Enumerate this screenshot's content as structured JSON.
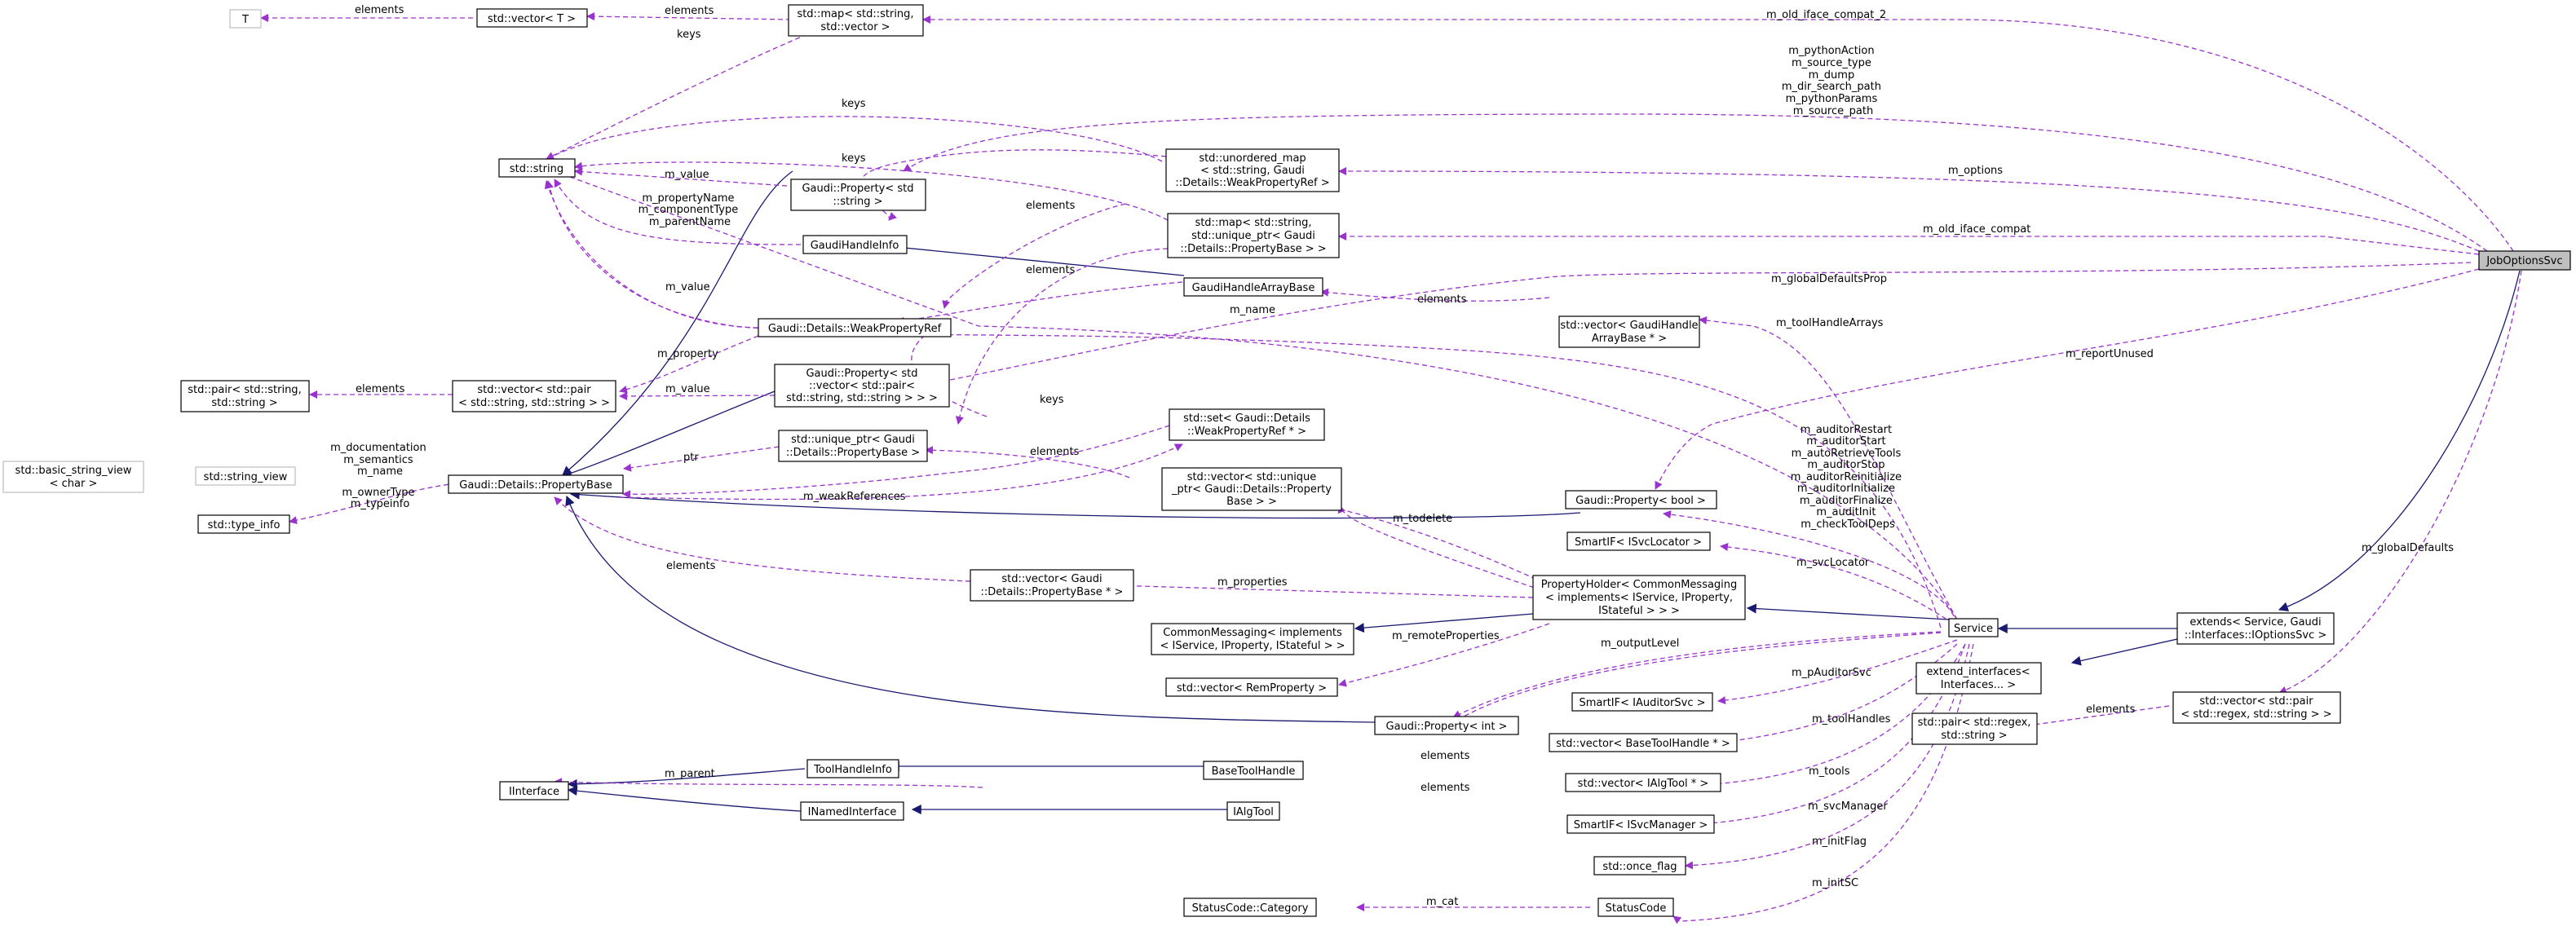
{
  "colors": {
    "inheritance": "#191970",
    "usage": "#9a32cd",
    "focus_fill": "#bfbfbf",
    "missing_border": "#bfbfbf"
  },
  "nodes": {
    "T": "T",
    "vecT": "std::vector< T >",
    "mapvec": [
      "std::map< std::string,",
      "std::vector >"
    ],
    "string": "std::string",
    "propString": [
      "Gaudi::Property< std",
      "::string >"
    ],
    "umap": [
      "std::unordered_map",
      "< std::string, Gaudi",
      "::Details::WeakPropertyRef >"
    ],
    "mapuptr": [
      "std::map< std::string,",
      "std::unique_ptr< Gaudi",
      "::Details::PropertyBase > >"
    ],
    "jobopt": "JobOptionsSvc",
    "ghInfo": "GaudiHandleInfo",
    "ghArray": "GaudiHandleArrayBase",
    "weakRef": "Gaudi::Details::WeakPropertyRef",
    "vecGHArray": [
      "std::vector< GaudiHandle",
      "ArrayBase * >"
    ],
    "pairss": [
      "std::pair< std::string,",
      "std::string >"
    ],
    "vecpair": [
      "std::vector< std::pair",
      "< std::string, std::string > >"
    ],
    "propVecPair": [
      "Gaudi::Property< std",
      "::vector< std::pair<",
      "std::string, std::string > > >"
    ],
    "setWeak": [
      "std::set< Gaudi::Details",
      "::WeakPropertyRef * >"
    ],
    "bsv": [
      "std::basic_string_view",
      "< char >"
    ],
    "sv": "std::string_view",
    "propBase": "Gaudi::Details::PropertyBase",
    "uptrPB": [
      "std::unique_ptr< Gaudi",
      "::Details::PropertyBase >"
    ],
    "vecUptr": [
      "std::vector< std::unique",
      "_ptr< Gaudi::Details::Property",
      "Base > >"
    ],
    "typeinfo": "std::type_info",
    "propBool": "Gaudi::Property< bool >",
    "smartSvcLoc": "SmartIF< ISvcLocator >",
    "vecPBptr": [
      "std::vector< Gaudi",
      "::Details::PropertyBase * >"
    ],
    "propHolder": [
      "PropertyHolder< CommonMessaging",
      "< implements< IService, IProperty,",
      "IStateful > > >"
    ],
    "commonMsg": [
      "CommonMessaging< implements",
      "< IService, IProperty, IStateful > >"
    ],
    "service": "Service",
    "extends": [
      "extends< Service, Gaudi",
      "::Interfaces::IOptionsSvc >"
    ],
    "vecRem": "std::vector< RemProperty >",
    "extIf": [
      "extend_interfaces<",
      "Interfaces... >"
    ],
    "smartAud": "SmartIF< IAuditorSvc >",
    "propInt": "Gaudi::Property< int >",
    "pairRegex": [
      "std::pair< std::regex,",
      "std::string >"
    ],
    "vecRegex": [
      "std::vector< std::pair",
      "< std::regex, std::string > >"
    ],
    "vecBTH": "std::vector< BaseToolHandle * >",
    "thInfo": "ToolHandleInfo",
    "btHandle": "BaseToolHandle",
    "iface": "IInterface",
    "vecIAlg": "std::vector< IAlgTool * >",
    "inamed": "INamedInterface",
    "ialg": "IAlgTool",
    "smartSvcMgr": "SmartIF< ISvcManager >",
    "onceflag": "std::once_flag",
    "scCat": "StatusCode::Category",
    "sc": "StatusCode"
  },
  "labels": {
    "e_T": "elements",
    "e_vecT": "elements",
    "k_mapvec": "keys",
    "compat2": "m_old_iface_compat_2",
    "strmembers": [
      "m_pythonAction",
      "m_source_type",
      "m_dump",
      "m_dir_search_path",
      "m_pythonParams",
      "m_source_path"
    ],
    "k_umap": "keys",
    "k_mapuptr": "keys",
    "m_value_str": "m_value",
    "ghi_members": [
      "m_propertyName",
      "m_componentType",
      "m_parentName"
    ],
    "m_options": "m_options",
    "e_umap": "elements",
    "m_old_compat": "m_old_iface_compat",
    "e_mapuptr": "elements",
    "m_value_weak": "m_value",
    "m_name": "m_name",
    "e_ghArray": "elements",
    "m_globalDefaultsProp": "m_globalDefaultsProp",
    "m_toolHandleArrays": "m_toolHandleArrays",
    "m_property": "m_property",
    "m_reportUnused": "m_reportUnused",
    "e_pairss": "elements",
    "m_value_vp": "m_value",
    "k_set": "keys",
    "pb_members": [
      "m_documentation",
      "m_semantics",
      "m_name"
    ],
    "ptr": "ptr",
    "e_uptr": "elements",
    "pb_members2": [
      "m_ownerType",
      "m_typeinfo"
    ],
    "m_weakReferences": "m_weakReferences",
    "bool_members": [
      "m_auditorRestart",
      "m_auditorStart",
      "m_autoRetrieveTools",
      "m_auditorStop",
      "m_auditorReinitialize",
      "m_auditorInitialize",
      "m_auditorFinalize",
      "m_auditInit",
      "m_checkToolDeps"
    ],
    "m_todelete": "m_todelete",
    "m_globalDefaults": "m_globalDefaults",
    "e_vecPB": "elements",
    "m_svcLocator": "m_svcLocator",
    "m_properties": "m_properties",
    "m_remoteProperties": "m_remoteProperties",
    "m_outputLevel": "m_outputLevel",
    "m_pAuditorSvc": "m_pAuditorSvc",
    "e_regex": "elements",
    "m_toolHandles": "m_toolHandles",
    "e_bth": "elements",
    "m_parent": "m_parent",
    "m_tools": "m_tools",
    "e_ialg": "elements",
    "m_svcManager": "m_svcManager",
    "m_initFlag": "m_initFlag",
    "m_cat": "m_cat",
    "m_initSC": "m_initSC"
  }
}
